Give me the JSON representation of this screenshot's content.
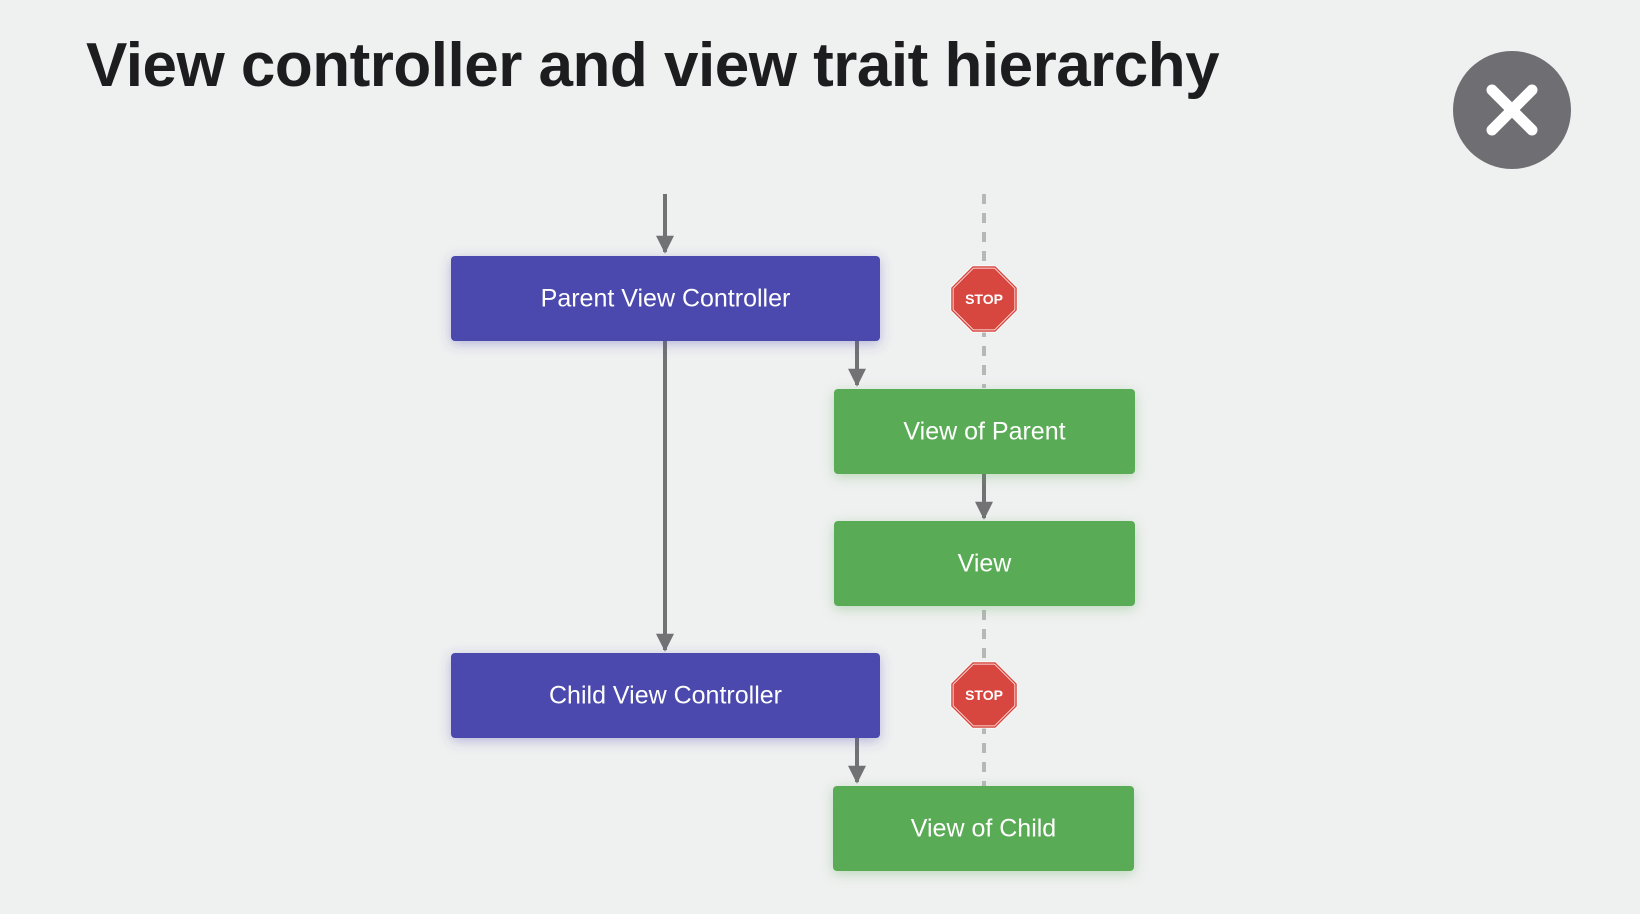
{
  "title": "View controller and view trait hierarchy",
  "close_button": {
    "icon": "close-icon"
  },
  "colors": {
    "controller": "#4b4aad",
    "view": "#5aab57",
    "stop": "#d8473f",
    "arrow": "#727274",
    "dashed": "#b7b7b9",
    "background": "#eff0f0"
  },
  "nodes": {
    "parent_view_controller": "Parent View Controller",
    "view_of_parent": "View of Parent",
    "view": "View",
    "child_view_controller": "Child View Controller",
    "view_of_child": "View of Child"
  },
  "stop_signs": {
    "top": "STOP",
    "bottom": "STOP"
  }
}
